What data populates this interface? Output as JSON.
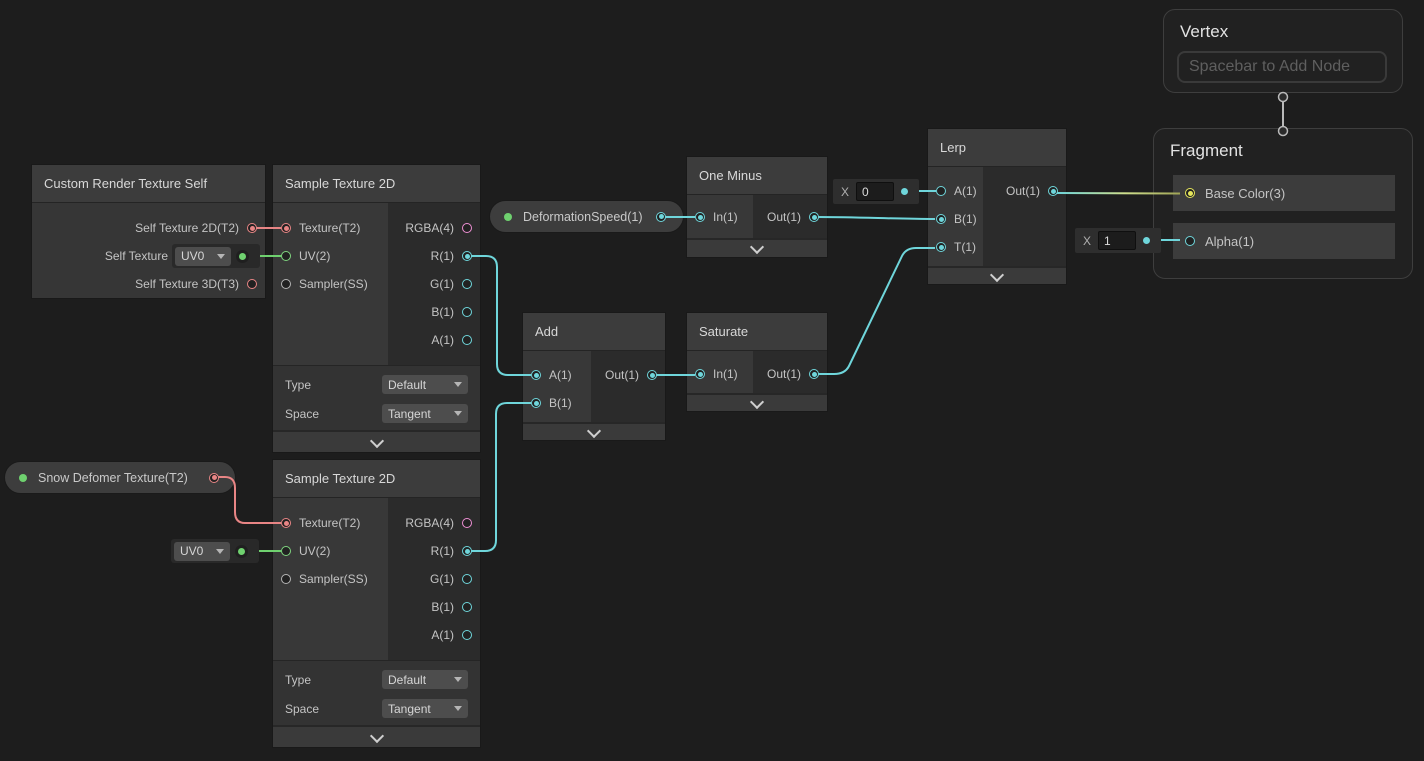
{
  "colors": {
    "canvas_bg": "#1d1d1d",
    "wire_cyan": "#6fd6db",
    "wire_green": "#6fd16f",
    "wire_salmon": "#e88585",
    "wire_gradient_start": "#6fd6db",
    "wire_gradient_mid": "#cede8d",
    "wire_gradient_end": "#a0a455",
    "port_vector1": "#6fd6db",
    "port_vector2": "#7fd47f",
    "port_vector3": "#e6e65c",
    "port_vector4": "#ee8fd4",
    "port_texture": "#e88585",
    "port_sampler": "#b4b4b4"
  },
  "groups": {
    "vertex": {
      "title": "Vertex",
      "placeholder": "Spacebar to Add Node"
    },
    "fragment": {
      "title": "Fragment",
      "base_color": "Base Color(3)",
      "alpha": "Alpha(1)"
    }
  },
  "properties": {
    "deformation_speed": "DeformationSpeed(1)",
    "snow_deformer": "Snow Defomer Texture(T2)"
  },
  "widgets": {
    "uv_top": {
      "value": "UV0"
    },
    "uv_bottom": {
      "value": "UV0"
    },
    "x_lerp_a": {
      "label": "X",
      "value": "0"
    },
    "x_alpha": {
      "label": "X",
      "value": "1"
    }
  },
  "nodes": {
    "custom_render_texture_self": {
      "title": "Custom Render Texture Self",
      "ports": [
        "Self Texture 2D(T2)",
        "Self Texture",
        "Self Texture 3D(T3)"
      ]
    },
    "sample_texture_top": {
      "title": "Sample Texture 2D",
      "inputs": [
        "Texture(T2)",
        "UV(2)",
        "Sampler(SS)"
      ],
      "outputs": [
        "RGBA(4)",
        "R(1)",
        "G(1)",
        "B(1)",
        "A(1)"
      ],
      "controls": [
        {
          "label": "Type",
          "value": "Default"
        },
        {
          "label": "Space",
          "value": "Tangent"
        }
      ]
    },
    "sample_texture_bottom": {
      "title": "Sample Texture 2D",
      "inputs": [
        "Texture(T2)",
        "UV(2)",
        "Sampler(SS)"
      ],
      "outputs": [
        "RGBA(4)",
        "R(1)",
        "G(1)",
        "B(1)",
        "A(1)"
      ],
      "controls": [
        {
          "label": "Type",
          "value": "Default"
        },
        {
          "label": "Space",
          "value": "Tangent"
        }
      ]
    },
    "one_minus": {
      "title": "One Minus",
      "inputs": [
        "In(1)"
      ],
      "outputs": [
        "Out(1)"
      ]
    },
    "add": {
      "title": "Add",
      "inputs": [
        "A(1)",
        "B(1)"
      ],
      "outputs": [
        "Out(1)"
      ]
    },
    "saturate": {
      "title": "Saturate",
      "inputs": [
        "In(1)"
      ],
      "outputs": [
        "Out(1)"
      ]
    },
    "lerp": {
      "title": "Lerp",
      "inputs": [
        "A(1)",
        "B(1)",
        "T(1)"
      ],
      "outputs": [
        "Out(1)"
      ]
    }
  }
}
